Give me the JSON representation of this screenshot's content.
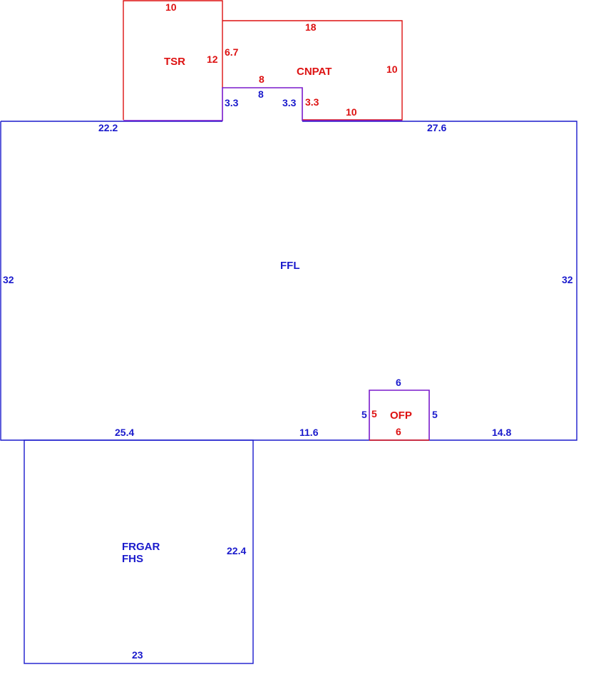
{
  "colors": {
    "blue": "#1a1acc",
    "red": "#dd1111",
    "shared_edge": "#7a1acc"
  },
  "areas": {
    "tsr": {
      "label": "TSR",
      "top": "10",
      "right_outer": "12"
    },
    "cnpat": {
      "label": "CNPAT",
      "top": "18",
      "left": "6.7",
      "right": "10",
      "notch_top": "8",
      "notch_right": "3.3",
      "bottom": "10"
    },
    "ffl": {
      "label": "FFL",
      "notch_top": "8",
      "notch_left": "3.3",
      "notch_right": "3.3",
      "top_left": "22.2",
      "top_right": "27.6",
      "left": "32",
      "right": "32",
      "bottom_left": "25.4",
      "bottom_mid": "11.6",
      "bottom_right": "14.8"
    },
    "ofp": {
      "label": "OFP",
      "top": "6",
      "left_blue": "5",
      "left_red": "5",
      "right": "5",
      "bottom": "6"
    },
    "frgar": {
      "label_line1": "FRGAR",
      "label_line2": "FHS",
      "right": "22.4",
      "bottom": "23"
    }
  }
}
